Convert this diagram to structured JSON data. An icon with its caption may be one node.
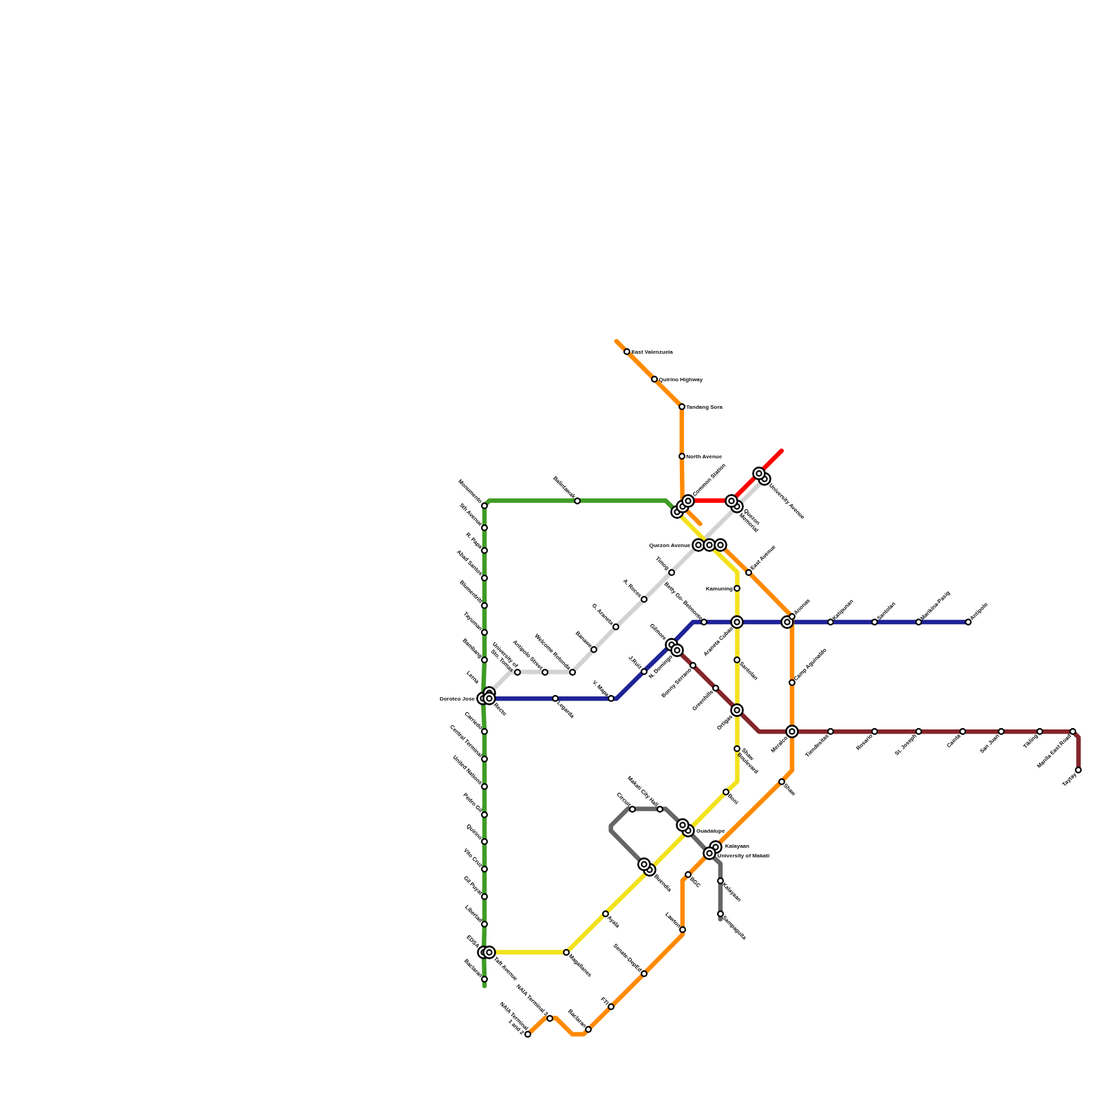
{
  "diagram": {
    "nodes": [
      {
        "text": [
          "Monumento"
        ]
      },
      {
        "text": [
          "5th Avenue"
        ]
      },
      {
        "text": [
          "R. Papa"
        ]
      },
      {
        "text": [
          "Abad Santos"
        ]
      },
      {
        "text": [
          "Blumentritt"
        ]
      },
      {
        "text": [
          "Tayuman"
        ]
      },
      {
        "text": [
          "Bambang"
        ]
      },
      {
        "text": [
          "Doroteo Jose"
        ]
      },
      {
        "text": [
          "Carriedo"
        ]
      },
      {
        "text": [
          "Central Terminal"
        ]
      },
      {
        "text": [
          "United Nations"
        ]
      },
      {
        "text": [
          "Pedro Gil"
        ]
      },
      {
        "text": [
          "Quirino"
        ]
      },
      {
        "text": [
          "Vito Cruz"
        ]
      },
      {
        "text": [
          "Gil Puyat"
        ]
      },
      {
        "text": [
          "Libertad"
        ]
      },
      {
        "text": [
          "EDSA"
        ]
      },
      {
        "text": [
          "Baclaran"
        ]
      },
      {
        "text": [
          "Balintawak"
        ]
      },
      {
        "text": [],
        "shape": "circle"
      },
      {
        "text": [
          "Lerna"
        ]
      },
      {
        "text": [
          "University of Sto. Tomas"
        ]
      },
      {
        "text": [
          "Antipolo Street"
        ]
      },
      {
        "text": [
          "Welcome Rotonda"
        ]
      },
      {
        "text": [
          "Banawe"
        ]
      },
      {
        "text": [
          "G. Araneta"
        ]
      },
      {
        "text": [
          "A. Roces"
        ]
      },
      {
        "text": [
          "Timog"
        ]
      },
      {
        "text": [
          "Quezon Avenue"
        ]
      },
      {
        "text": [
          "Quezon Memorial"
        ]
      },
      {
        "text": [
          "University Avenue"
        ]
      },
      {
        "text": [
          "Recto"
        ]
      },
      {
        "text": [
          "Legarda"
        ]
      },
      {
        "text": [
          "V. Mapa"
        ]
      },
      {
        "text": [
          "J.Ruiz"
        ]
      },
      {
        "text": [
          "Gilmore"
        ]
      },
      {
        "text": [
          "Betty Go- Belmonte"
        ]
      },
      {
        "text": [
          "Araneta Cubao"
        ]
      },
      {
        "text": [],
        "shape": "circle"
      },
      {
        "text": [
          "Katipunan"
        ]
      },
      {
        "text": [
          "Santolan"
        ]
      },
      {
        "text": [
          "Marikina-Pasig"
        ]
      },
      {
        "text": [
          "Antipolo"
        ]
      },
      {
        "text": [
          "East Valenzuela"
        ]
      },
      {
        "text": [
          "Quirino Highway"
        ]
      },
      {
        "text": [
          "Tandang Sora"
        ]
      },
      {
        "text": [
          "North Avenue"
        ]
      },
      {
        "text": [],
        "shape": "circle"
      },
      {
        "text": [
          "Common Station"
        ]
      },
      {
        "text": [],
        "shape": "circle"
      },
      {
        "text": [],
        "shape": "circle"
      },
      {
        "text": [],
        "shape": "circle"
      },
      {
        "text": [
          "Kamuning"
        ]
      },
      {
        "text": [
          "Santolan"
        ]
      },
      {
        "text": [
          "Ortigas"
        ]
      },
      {
        "text": [
          "Shaw Boulevard"
        ]
      },
      {
        "text": [
          "Boni"
        ]
      },
      {
        "text": [
          "Guadalupe"
        ]
      },
      {
        "text": [
          "Buendia"
        ]
      },
      {
        "text": [
          "Ayala"
        ]
      },
      {
        "text": [
          "Magallanes"
        ]
      },
      {
        "text": [
          "Taft Avenue"
        ]
      },
      {
        "text": [],
        "shape": "circle"
      },
      {
        "text": [
          "East Avenue"
        ]
      },
      {
        "text": [
          "Anonas"
        ]
      },
      {
        "text": [
          "Camp Aguinaldo"
        ]
      },
      {
        "text": [
          "Meralco"
        ]
      },
      {
        "text": [
          "Shaw"
        ]
      },
      {
        "text": [
          "Kalayaan"
        ]
      },
      {
        "text": [
          "BGC"
        ]
      },
      {
        "text": [
          "Lawton"
        ]
      },
      {
        "text": [
          "Senate-DepEd"
        ]
      },
      {
        "text": [
          "FTI"
        ]
      },
      {
        "text": [
          "Baclaran"
        ]
      },
      {
        "text": [
          "NAIA Terminal 3"
        ]
      },
      {
        "text": [
          "NAIA Terminal 1 and 2"
        ]
      },
      {
        "text": [],
        "shape": "circle"
      },
      {
        "text": [
          "Circuit"
        ]
      },
      {
        "text": [
          "Makati City Hall"
        ]
      },
      {
        "text": [],
        "shape": "circle"
      },
      {
        "text": [
          "University of Makati"
        ]
      },
      {
        "text": [
          "Kalayaan"
        ]
      },
      {
        "text": [
          "Sampaguita"
        ]
      },
      {
        "text": [
          "N. Domingo"
        ]
      },
      {
        "text": [
          "Bonny Serrano"
        ]
      },
      {
        "text": [
          "Greenhills"
        ]
      },
      {
        "text": [
          "Tiendesitas"
        ]
      },
      {
        "text": [
          "Rosario"
        ]
      },
      {
        "text": [
          "St. Joseph"
        ]
      },
      {
        "text": [
          "Cainta"
        ]
      },
      {
        "text": [
          "San Juan"
        ]
      },
      {
        "text": [
          "Tikling"
        ]
      },
      {
        "text": [
          "Manila East Road"
        ]
      },
      {
        "text": [
          "Taytay"
        ]
      }
    ],
    "edges": [
      {
        "from": 0,
        "to": 1,
        "arrow": "none",
        "color": "#3f9c25"
      },
      {
        "from": 1,
        "to": 2,
        "arrow": "none",
        "color": "#3f9c25"
      },
      {
        "from": 2,
        "to": 3,
        "arrow": "none",
        "color": "#3f9c25"
      },
      {
        "from": 3,
        "to": 4,
        "arrow": "none",
        "color": "#3f9c25"
      },
      {
        "from": 4,
        "to": 5,
        "arrow": "none",
        "color": "#3f9c25"
      },
      {
        "from": 5,
        "to": 6,
        "arrow": "none",
        "color": "#3f9c25"
      },
      {
        "from": 6,
        "to": 7,
        "arrow": "none",
        "color": "#3f9c25"
      },
      {
        "from": 7,
        "to": 8,
        "arrow": "none",
        "color": "#3f9c25"
      },
      {
        "from": 8,
        "to": 9,
        "arrow": "none",
        "color": "#3f9c25"
      },
      {
        "from": 9,
        "to": 10,
        "arrow": "none",
        "color": "#3f9c25"
      },
      {
        "from": 10,
        "to": 11,
        "arrow": "none",
        "color": "#3f9c25"
      },
      {
        "from": 11,
        "to": 12,
        "arrow": "none",
        "color": "#3f9c25"
      },
      {
        "from": 12,
        "to": 13,
        "arrow": "none",
        "color": "#3f9c25"
      },
      {
        "from": 13,
        "to": 14,
        "arrow": "none",
        "color": "#3f9c25"
      },
      {
        "from": 14,
        "to": 15,
        "arrow": "none",
        "color": "#3f9c25"
      },
      {
        "from": 15,
        "to": 16,
        "arrow": "none",
        "color": "#3f9c25"
      },
      {
        "from": 16,
        "to": 17,
        "arrow": "none",
        "color": "#3f9c25"
      },
      {
        "from": 17,
        "to": null,
        "arrow": "none",
        "color": "#3f9c25"
      },
      {
        "from": 0,
        "to": 18,
        "arrow": "none",
        "color": "#3f9c25"
      },
      {
        "from": 18,
        "to": 19,
        "arrow": "none",
        "color": "#3f9c25"
      },
      {
        "from": 20,
        "to": 21,
        "arrow": "none",
        "color": "#d3d3d3"
      },
      {
        "from": 21,
        "to": 22,
        "arrow": "none",
        "color": "#d3d3d3"
      },
      {
        "from": 22,
        "to": 23,
        "arrow": "none",
        "color": "#d3d3d3"
      },
      {
        "from": 23,
        "to": 24,
        "arrow": "none",
        "color": "#d3d3d3"
      },
      {
        "from": 24,
        "to": 25,
        "arrow": "none",
        "color": "#d3d3d3"
      },
      {
        "from": 25,
        "to": 26,
        "arrow": "none",
        "color": "#d3d3d3"
      },
      {
        "from": 26,
        "to": 27,
        "arrow": "none",
        "color": "#d3d3d3"
      },
      {
        "from": 27,
        "to": 28,
        "arrow": "none",
        "color": "#d3d3d3"
      },
      {
        "from": 28,
        "to": 29,
        "arrow": "none",
        "color": "#d3d3d3"
      },
      {
        "from": 29,
        "to": 30,
        "arrow": "none",
        "color": "#d3d3d3"
      },
      {
        "from": 31,
        "to": 32,
        "arrow": "none",
        "color": "#1f2396"
      },
      {
        "from": 32,
        "to": 33,
        "arrow": "none",
        "color": "#1f2396"
      },
      {
        "from": 33,
        "to": 34,
        "arrow": "none",
        "color": "#1f2396"
      },
      {
        "from": 34,
        "to": 35,
        "arrow": "none",
        "color": "#1f2396"
      },
      {
        "from": 35,
        "to": 36,
        "arrow": "none",
        "color": "#1f2396"
      },
      {
        "from": 36,
        "to": 37,
        "arrow": "none",
        "color": "#1f2396"
      },
      {
        "from": 37,
        "to": 38,
        "arrow": "none",
        "color": "#1f2396"
      },
      {
        "from": 38,
        "to": 39,
        "arrow": "none",
        "color": "#1f2396"
      },
      {
        "from": 39,
        "to": 40,
        "arrow": "none",
        "color": "#1f2396"
      },
      {
        "from": 40,
        "to": 41,
        "arrow": "none",
        "color": "#1f2396"
      },
      {
        "from": 41,
        "to": 42,
        "arrow": "none",
        "color": "#1f2396"
      },
      {
        "from": null,
        "to": 43,
        "arrow": "none",
        "color": "#ff8a00"
      },
      {
        "from": 43,
        "to": 44,
        "arrow": "none",
        "color": "#ff8a00"
      },
      {
        "from": 44,
        "to": 45,
        "arrow": "none",
        "color": "#ff8a00"
      },
      {
        "from": 45,
        "to": 46,
        "arrow": "none",
        "color": "#ff8a00"
      },
      {
        "from": 46,
        "to": 47,
        "arrow": "none",
        "color": "#ff8a00"
      },
      {
        "from": 47,
        "to": null,
        "arrow": "none",
        "color": "#ff8a00"
      },
      {
        "from": 48,
        "to": 49,
        "arrow": "none",
        "color": "#ff0000"
      },
      {
        "from": 49,
        "to": 50,
        "arrow": "none",
        "color": "#ff0000"
      },
      {
        "from": 50,
        "to": null,
        "arrow": "none",
        "color": "#ff0000"
      },
      {
        "from": 19,
        "to": 51,
        "arrow": "none",
        "color": "#f2e21d"
      },
      {
        "from": 51,
        "to": 52,
        "arrow": "none",
        "color": "#f2e21d"
      },
      {
        "from": 52,
        "to": 37,
        "arrow": "none",
        "color": "#f2e21d"
      },
      {
        "from": 37,
        "to": 53,
        "arrow": "none",
        "color": "#f2e21d"
      },
      {
        "from": 53,
        "to": 54,
        "arrow": "none",
        "color": "#f2e21d"
      },
      {
        "from": 54,
        "to": 55,
        "arrow": "none",
        "color": "#f2e21d"
      },
      {
        "from": 55,
        "to": 56,
        "arrow": "none",
        "color": "#f2e21d"
      },
      {
        "from": 56,
        "to": 57,
        "arrow": "none",
        "color": "#f2e21d"
      },
      {
        "from": 57,
        "to": 58,
        "arrow": "none",
        "color": "#f2e21d"
      },
      {
        "from": 58,
        "to": 59,
        "arrow": "none",
        "color": "#f2e21d"
      },
      {
        "from": 59,
        "to": 60,
        "arrow": "none",
        "color": "#f2e21d"
      },
      {
        "from": 60,
        "to": 61,
        "arrow": "none",
        "color": "#f2e21d"
      },
      {
        "from": 62,
        "to": 63,
        "arrow": "none",
        "color": "#ff8a00"
      },
      {
        "from": 63,
        "to": 64,
        "arrow": "none",
        "color": "#ff8a00"
      },
      {
        "from": 64,
        "to": 65,
        "arrow": "none",
        "color": "#ff8a00"
      },
      {
        "from": 65,
        "to": 66,
        "arrow": "none",
        "color": "#ff8a00"
      },
      {
        "from": 66,
        "to": 67,
        "arrow": "none",
        "color": "#ff8a00"
      },
      {
        "from": 67,
        "to": 68,
        "arrow": "none",
        "color": "#ff8a00"
      },
      {
        "from": 68,
        "to": 69,
        "arrow": "none",
        "color": "#ff8a00"
      },
      {
        "from": 69,
        "to": 70,
        "arrow": "none",
        "color": "#ff8a00"
      },
      {
        "from": 70,
        "to": 71,
        "arrow": "none",
        "color": "#ff8a00"
      },
      {
        "from": 71,
        "to": 72,
        "arrow": "none",
        "color": "#ff8a00"
      },
      {
        "from": 72,
        "to": 73,
        "arrow": "none",
        "color": "#ff8a00"
      },
      {
        "from": 73,
        "to": 74,
        "arrow": "none",
        "color": "#ff8a00"
      },
      {
        "from": 74,
        "to": 75,
        "arrow": "none",
        "color": "#ff8a00"
      },
      {
        "from": 76,
        "to": 77,
        "arrow": "none",
        "color": "#666666"
      },
      {
        "from": 77,
        "to": 78,
        "arrow": "none",
        "color": "#666666"
      },
      {
        "from": 78,
        "to": 79,
        "arrow": "none",
        "color": "#666666"
      },
      {
        "from": 79,
        "to": 80,
        "arrow": "none",
        "color": "#666666"
      },
      {
        "from": 80,
        "to": 81,
        "arrow": "none",
        "color": "#666666"
      },
      {
        "from": 81,
        "to": 82,
        "arrow": "none",
        "color": "#666666"
      },
      {
        "from": 82,
        "to": null,
        "arrow": "none",
        "color": "#666666"
      },
      {
        "from": 83,
        "to": 84,
        "arrow": "none",
        "color": "#84252a"
      },
      {
        "from": 84,
        "to": 85,
        "arrow": "none",
        "color": "#84252a"
      },
      {
        "from": 85,
        "to": 54,
        "arrow": "none",
        "color": "#84252a"
      },
      {
        "from": 54,
        "to": 66,
        "arrow": "none",
        "color": "#84252a"
      },
      {
        "from": 66,
        "to": 86,
        "arrow": "none",
        "color": "#84252a"
      },
      {
        "from": 86,
        "to": 87,
        "arrow": "none",
        "color": "#84252a"
      },
      {
        "from": 87,
        "to": 88,
        "arrow": "none",
        "color": "#84252a"
      },
      {
        "from": 88,
        "to": 89,
        "arrow": "none",
        "color": "#84252a"
      },
      {
        "from": 89,
        "to": 90,
        "arrow": "none",
        "color": "#84252a"
      },
      {
        "from": 90,
        "to": 91,
        "arrow": "none",
        "color": "#84252a"
      },
      {
        "from": 91,
        "to": 92,
        "arrow": "none",
        "color": "#84252a"
      },
      {
        "from": 92,
        "to": 93,
        "arrow": "none",
        "color": "#84252a"
      }
    ]
  }
}
